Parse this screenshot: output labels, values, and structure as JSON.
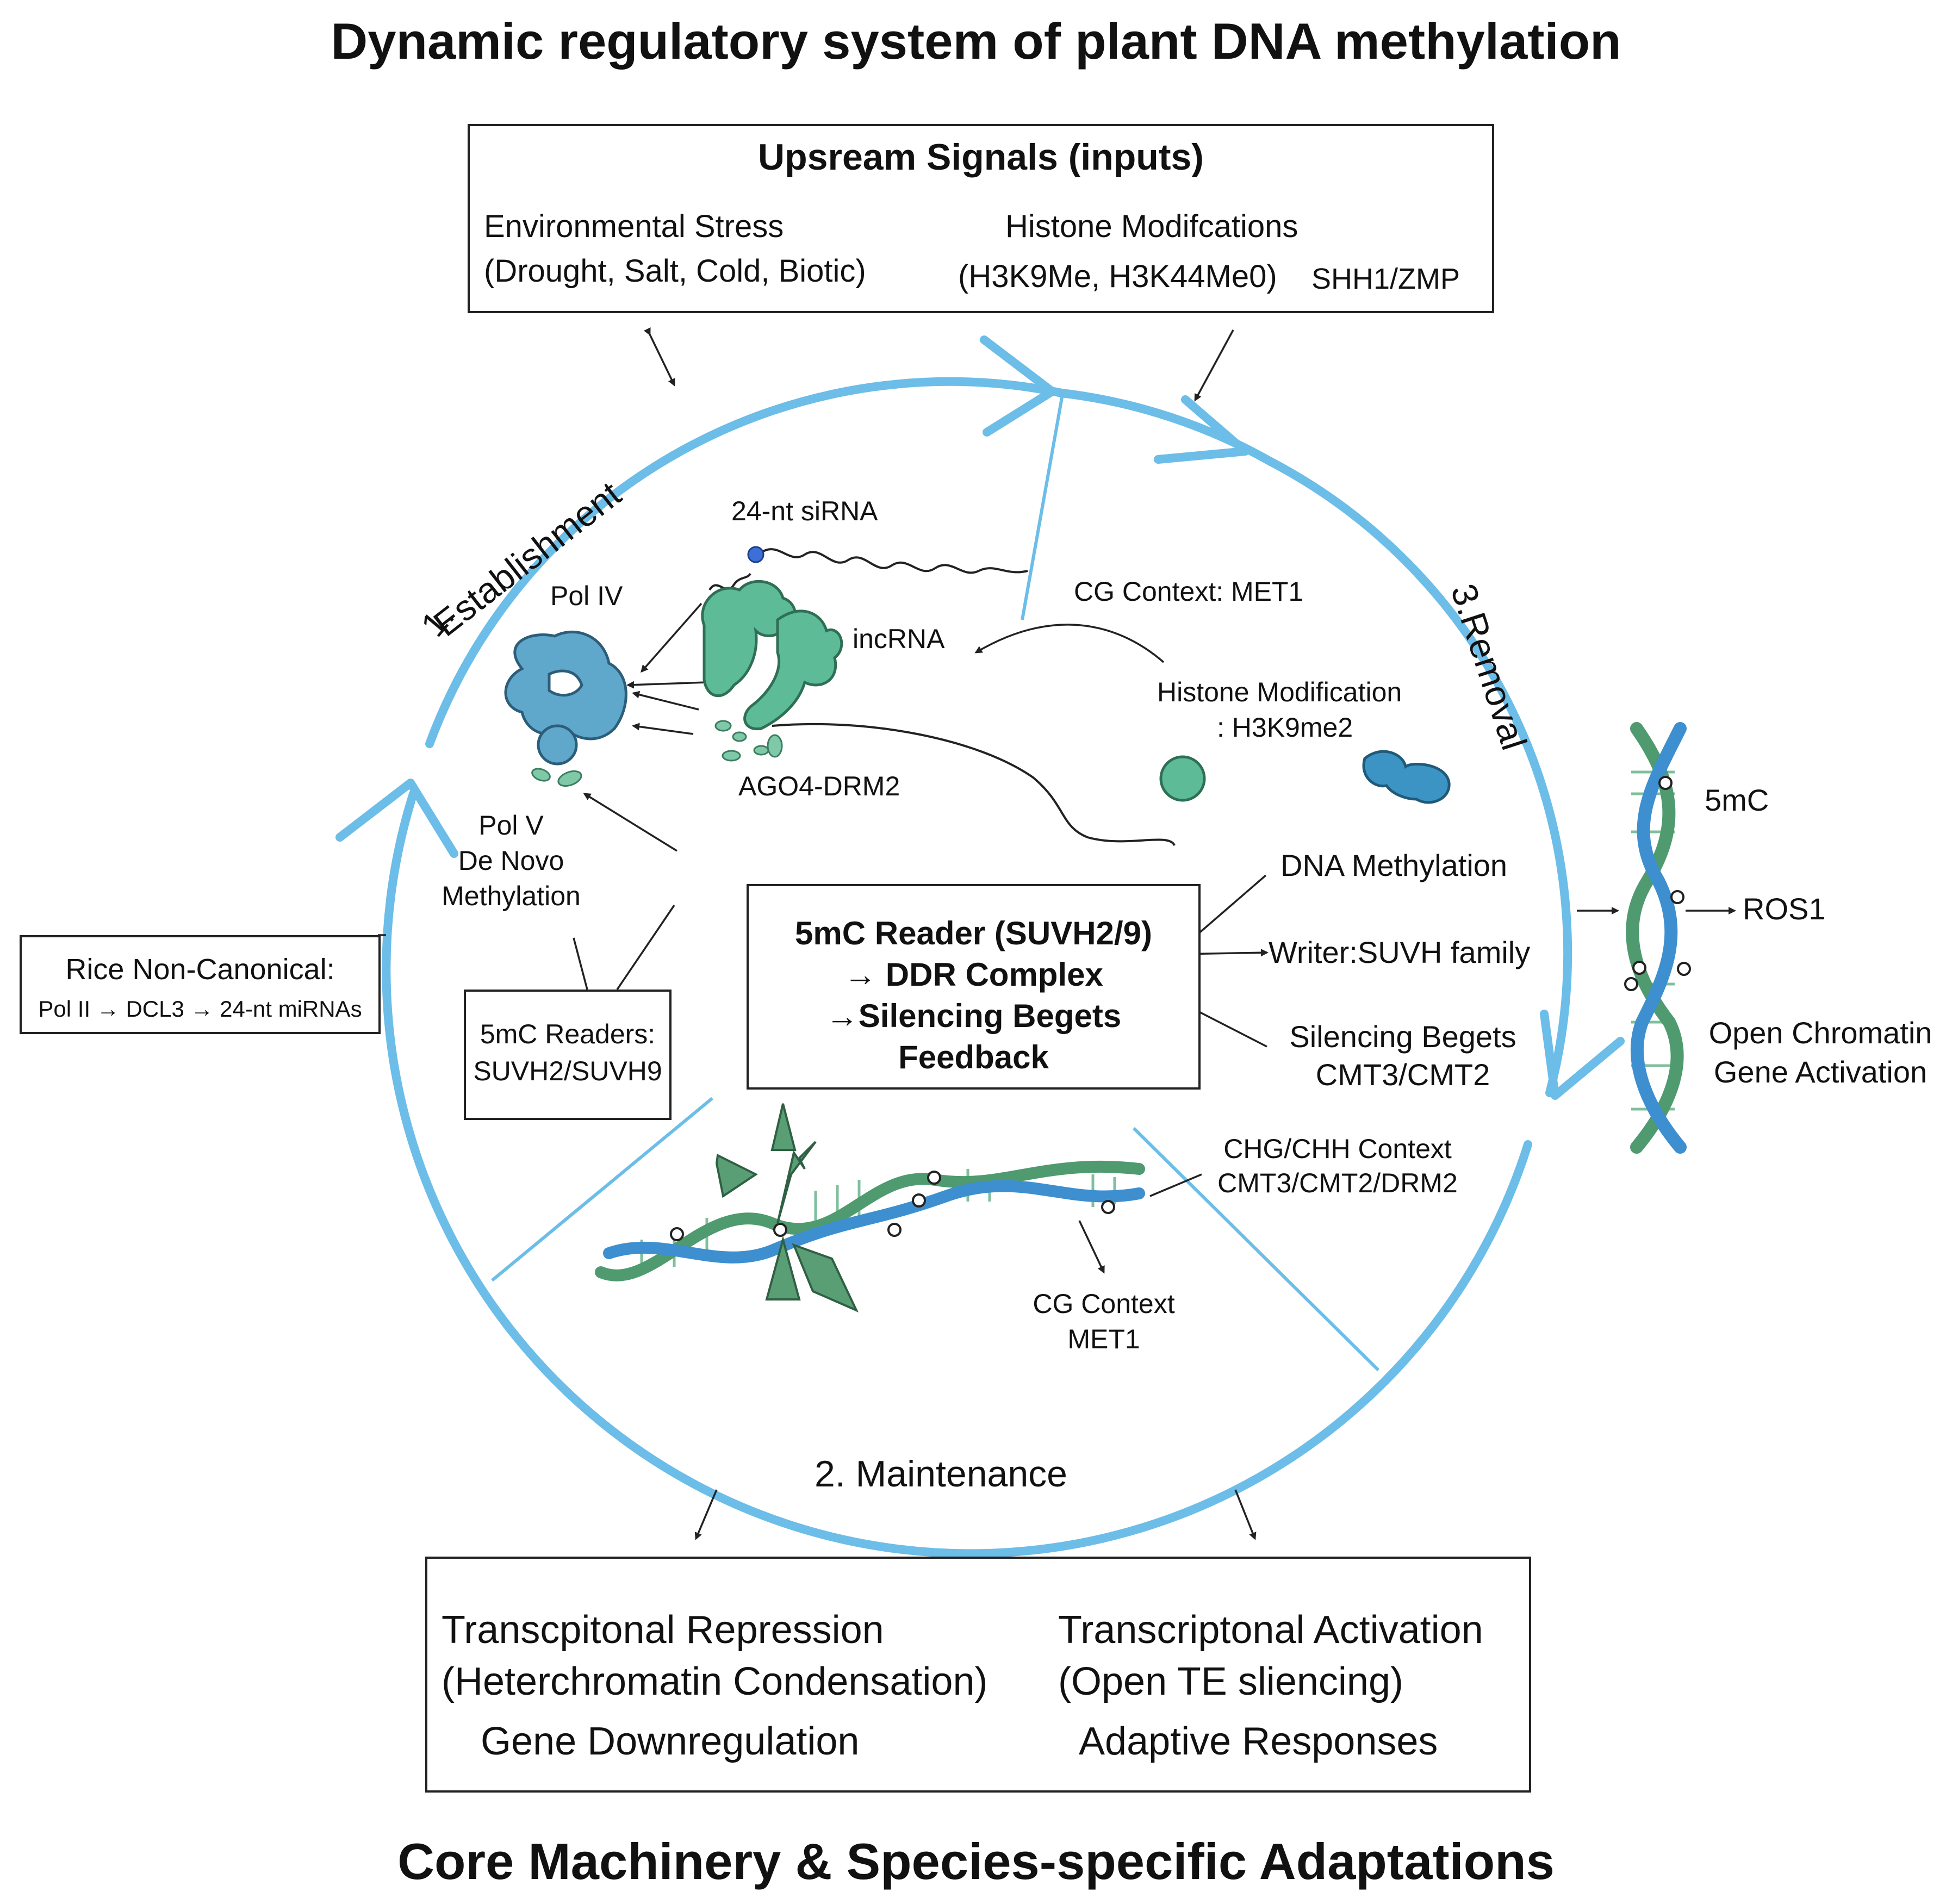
{
  "title": "Dynamic regulatory system of plant DNA methylation",
  "footer_title": "Core Machinery & Species-specific Adaptations",
  "upstream": {
    "heading": "Upsream Signals (inputs)",
    "env_line1": "Environmental Stress",
    "env_line2": "(Drought, Salt, Cold, Biotic)",
    "histone_line1": "Histone Modifcations",
    "histone_line2": "(H3K9Me, H3K44Me0)",
    "shh": "SHH1/ZMP"
  },
  "stages": {
    "establishment_num": "1.",
    "establishment": "Establishment",
    "removal": "3.Removal",
    "maintenance": "2. Maintenance"
  },
  "labels": {
    "sirna": "24-nt siRNA",
    "pol_iv": "Pol IV",
    "incrna": "incRNA",
    "cg_context_met1": "CG Context: MET1",
    "histone_mod_1": "Histone Modification",
    "histone_mod_2": ": H3K9me2",
    "ago4": "AGO4-DRM2",
    "pol_v_1": "Pol V",
    "pol_v_2": "De Novo",
    "pol_v_3": "Methylation",
    "dna_methylation": "DNA Methylation",
    "writer": "Writer:SUVH family",
    "silencing_1": "Silencing Begets",
    "silencing_2": "CMT3/CMT2",
    "chg_1": "CHG/CHH Context",
    "chg_2": "CMT3/CMT2/DRM2",
    "cg_1": "CG Context",
    "cg_2": "MET1",
    "five_mc": "5mC",
    "ros1": "ROS1",
    "open_1": "Open Chromatin",
    "open_2": "Gene Activation"
  },
  "center_box": {
    "line1": "5mC Reader (SUVH2/9)",
    "line2": "→ DDR Complex",
    "line3": "→Silencing Begets",
    "line4": "Feedback"
  },
  "readers_box": {
    "line1": "5mC Readers:",
    "line2": "SUVH2/SUVH9"
  },
  "rice_box": {
    "line1": "Rice Non-Canonical:",
    "line2": "Pol II → DCL3 → 24-nt miRNAs"
  },
  "outputs": {
    "rep_1": "Transcpitonal Repression",
    "rep_2": "(Heterchromatin Condensation)",
    "rep_3": "Gene Downregulation",
    "act_1": "Transcriptonal Activation",
    "act_2": "(Open TE sliencing)",
    "act_3": "Adaptive Responses"
  },
  "colors": {
    "cycle": "#6cbde8",
    "pol_blue": "#5fa8cc",
    "green": "#5dbb97",
    "dna_green": "#4f9a6f",
    "dna_blue": "#3d8fd0"
  }
}
